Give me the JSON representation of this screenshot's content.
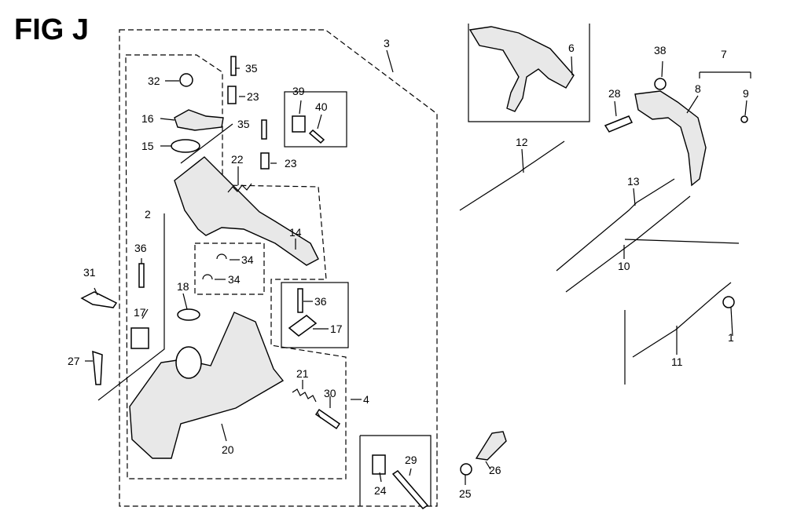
{
  "figure": {
    "title": "FIG J",
    "callouts": {
      "c1": "1",
      "c2": "2",
      "c3": "3",
      "c4": "4",
      "c6": "6",
      "c7": "7",
      "c8": "8",
      "c9": "9",
      "c10": "10",
      "c11": "11",
      "c12": "12",
      "c13": "13",
      "c14": "14",
      "c15": "15",
      "c16": "16",
      "c17a": "17",
      "c17b": "17",
      "c18": "18",
      "c20": "20",
      "c21": "21",
      "c22": "22",
      "c23a": "23",
      "c23b": "23",
      "c24": "24",
      "c25": "25",
      "c26": "26",
      "c27": "27",
      "c28": "28",
      "c29": "29",
      "c30": "30",
      "c31": "31",
      "c32": "32",
      "c34a": "34",
      "c34b": "34",
      "c35a": "35",
      "c35b": "35",
      "c36a": "36",
      "c36b": "36",
      "c38": "38",
      "c39": "39",
      "c40": "40"
    }
  }
}
